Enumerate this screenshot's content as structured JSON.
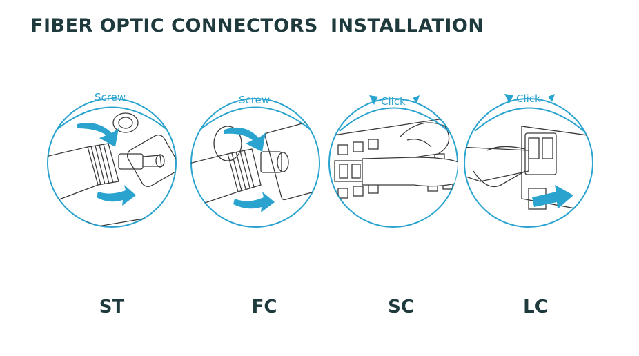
{
  "title": {
    "part1": "FIBER OPTIC CONNECTORS",
    "part2": "INSTALLATION"
  },
  "colors": {
    "title": "#1f3a3d",
    "accent": "#2aa4cf",
    "line": "#3a3a3a"
  },
  "connectors": [
    {
      "name": "ST",
      "action": "Screw"
    },
    {
      "name": "FC",
      "action": "Screw"
    },
    {
      "name": "SC",
      "action": "Click"
    },
    {
      "name": "LC",
      "action": "Click"
    }
  ]
}
